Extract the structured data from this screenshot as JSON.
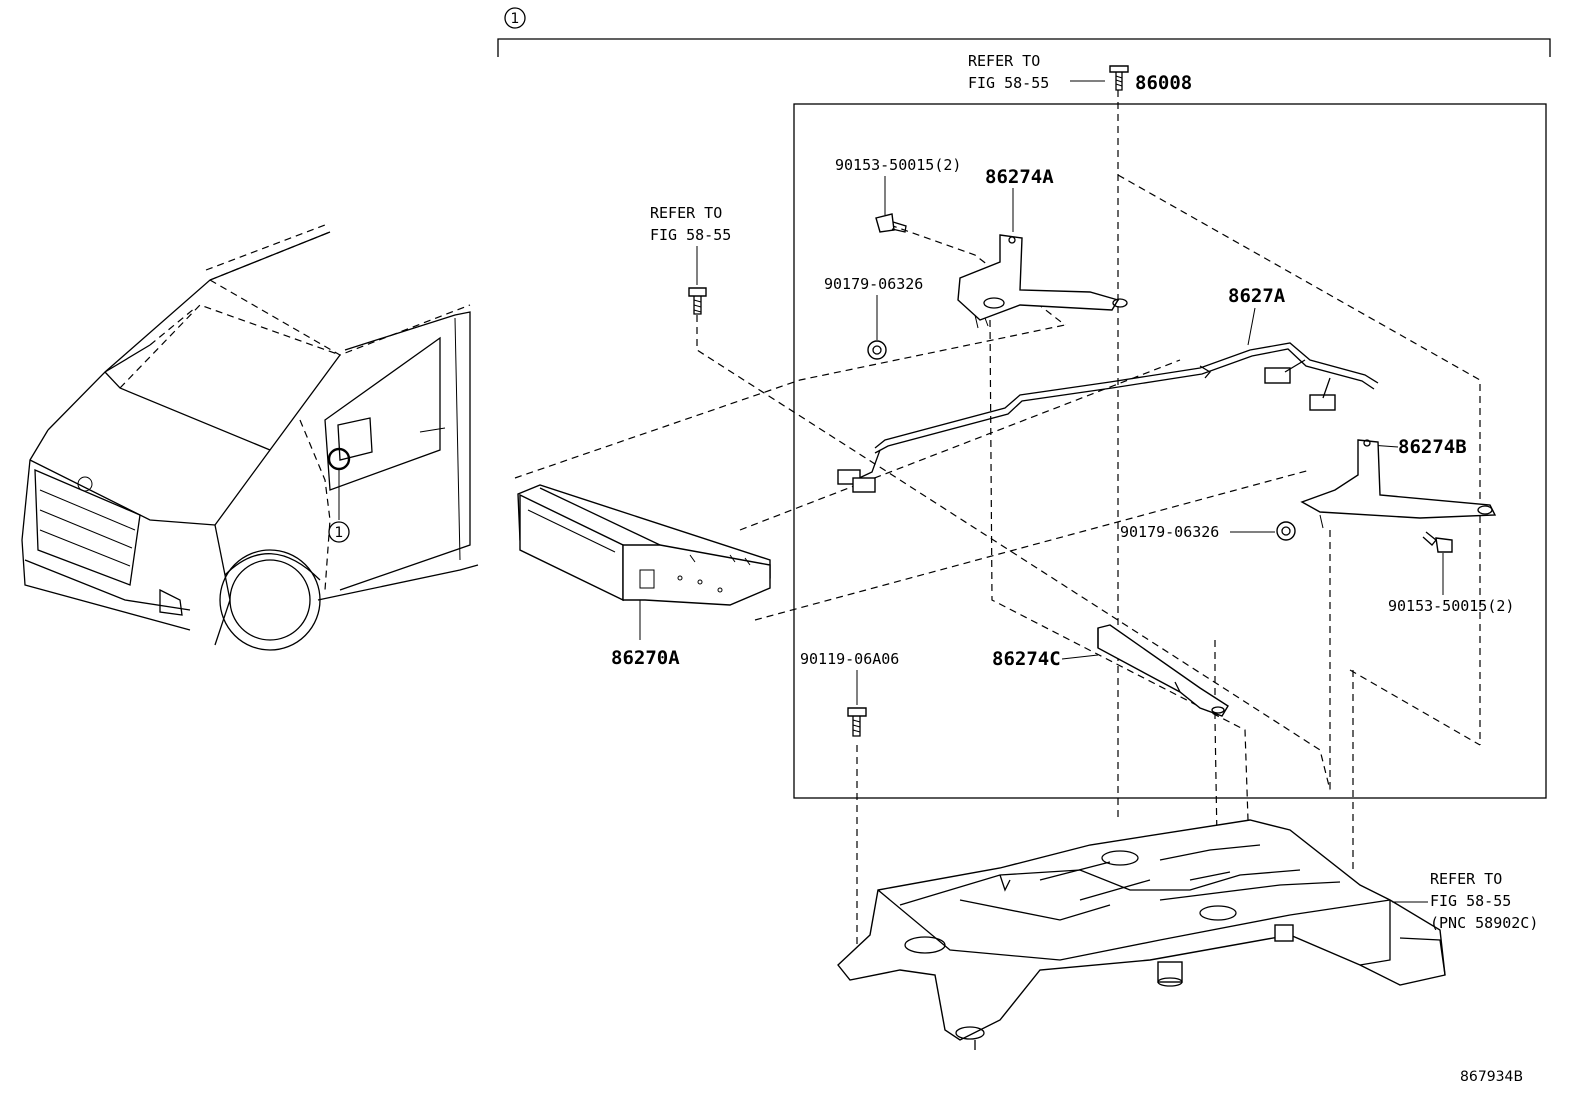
{
  "callout_marker": "1",
  "labels": {
    "refer_top_1": "REFER TO",
    "refer_top_2": "FIG 58-55",
    "part_86008": "86008",
    "part_90153_top": "90153-50015(2)",
    "part_86274A": "86274A",
    "refer_left_1": "REFER TO",
    "refer_left_2": "FIG 58-55",
    "part_90179_top": "90179-06326",
    "part_8627A": "8627A",
    "part_86274B": "86274B",
    "part_90179_right": "90179-06326",
    "part_90153_right": "90153-50015(2)",
    "part_86270A": "86270A",
    "part_90119": "90119-06A06",
    "part_86274C": "86274C",
    "refer_br_1": "REFER TO",
    "refer_br_2": "FIG 58-55",
    "refer_br_3": "(PNC 58902C)",
    "diagram_code": "867934B"
  }
}
